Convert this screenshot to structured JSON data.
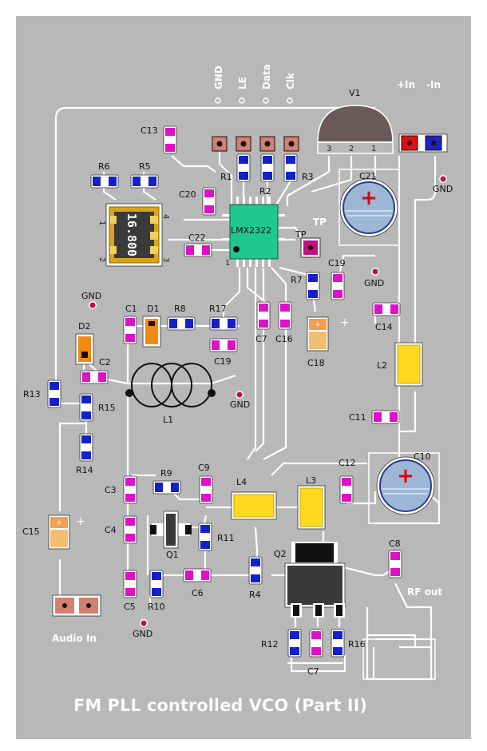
{
  "title": "FM PLL controlled VCO (Part II)",
  "colors": {
    "board": "#b8b8b8",
    "trace": "#ffffff",
    "resistor_body": "#ffffff",
    "resistor_pad": "#1420c8",
    "cap_body": "#ffffff",
    "cap_pad": "#e010c8",
    "header_pad": "#d48070",
    "tant_body": "#f0c070",
    "inductor_body": "#ffd820",
    "ic_body": "#20c890",
    "crystal_frame": "#d9a41a",
    "testpoint": "#c0104a",
    "red_plus": "#e00000"
  },
  "labels": {
    "gnd_h": "GND",
    "le_h": "LE",
    "data_h": "Data",
    "clk_h": "Clk",
    "v1": "V1",
    "v1_p3": "3",
    "v1_p2": "2",
    "v1_p1": "1",
    "in_pos": "+In",
    "in_neg": "-In",
    "gnd1": "GND",
    "gnd2": "GND",
    "gnd3": "GND",
    "gnd4": "GND",
    "gnd5": "GND",
    "c13": "C13",
    "r1": "R1",
    "r2": "R2",
    "r3": "R3",
    "c21": "C21",
    "c20": "C20",
    "r6": "R6",
    "r5": "R5",
    "xtal": "16.800",
    "x1": "1",
    "x2": "2",
    "x3": "3",
    "x4": "4",
    "ic": "LMX2322",
    "ic_pin1": "1",
    "tp_top": "TP",
    "tp": "TP",
    "c22": "C22",
    "r7": "R7",
    "c19a": "C19",
    "c1": "C1",
    "d1": "D1",
    "r8": "R8",
    "r17": "R17",
    "c19b": "C19",
    "c7a": "C7",
    "c16": "C16",
    "c18": "C18",
    "c14": "C14",
    "d2": "D2",
    "c2": "C2",
    "l1": "L1",
    "l2": "L2",
    "r13": "R13",
    "r15": "R15",
    "r14": "R14",
    "c11": "C11",
    "c10": "C10",
    "c3": "C3",
    "r9": "R9",
    "c9": "C9",
    "l4": "L4",
    "l3": "L3",
    "c12": "C12",
    "c4": "C4",
    "q1": "Q1",
    "r11": "R11",
    "c15": "C15",
    "c5": "C5",
    "r10": "R10",
    "c6": "C6",
    "r4": "R4",
    "q2": "Q2",
    "c8": "C8",
    "rf_out": "RF out",
    "r12": "R12",
    "c7b": "C7",
    "r16": "R16",
    "audio_in": "Audio In"
  }
}
